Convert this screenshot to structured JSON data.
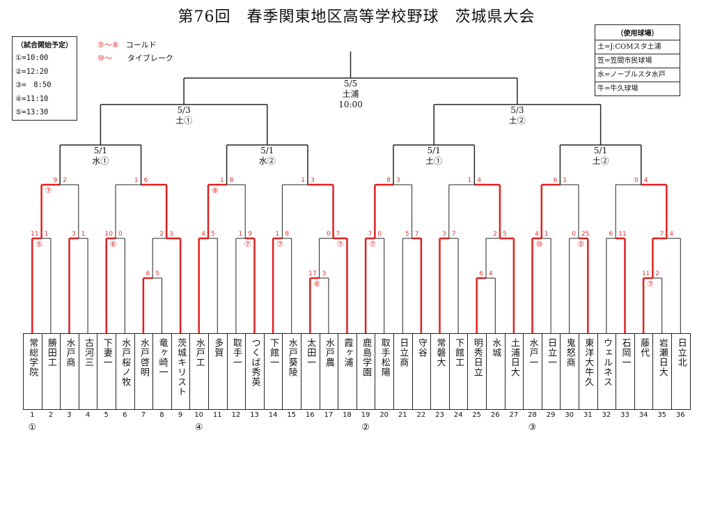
{
  "title": "第76回　春季関東地区高等学校野球　茨城県大会",
  "schedule": {
    "heading": "（試合開始予定）",
    "rows": [
      "①=10:00",
      "②=12:20",
      "③=　8:50",
      "④=11:10",
      "⑤=13:30"
    ]
  },
  "legend": {
    "cold": {
      "key": "⑤～⑧",
      "label": "コールド"
    },
    "tiebreak": {
      "key": "⑩～",
      "label": "タイブレーク"
    }
  },
  "venues": {
    "heading": "（使用球場）",
    "rows": [
      "土=J:COMスタ土浦",
      "笠=笠間市民球場",
      "水=ノーブルスタ水戸",
      "牛=牛久球場"
    ]
  },
  "colors": {
    "winner_line": "#e01f1f",
    "line": "#222222",
    "inning_mark": "#e03030"
  },
  "teams": [
    "常総学院",
    "勝田工",
    "水戸商",
    "古河三",
    "下妻一",
    "水戸桜ノ牧",
    "水戸啓明",
    "竜ヶ崎一",
    "茨城キリスト",
    "水戸工",
    "多賀",
    "取手一",
    "つくば秀英",
    "下館一",
    "水戸葵陵",
    "太田一",
    "水戸農",
    "霞ヶ浦",
    "鹿島学園",
    "取手松陽",
    "日立商",
    "守谷",
    "常磐大",
    "下館工",
    "明秀日立",
    "水城",
    "土浦日大",
    "水戸一",
    "日立一",
    "鬼怒商",
    "東洋大牛久",
    "ウェルネス",
    "石岡一",
    "藤代",
    "岩瀬日大",
    "日立北"
  ],
  "numbers": [
    "1",
    "2",
    "3",
    "4",
    "5",
    "6",
    "7",
    "8",
    "9",
    "10",
    "11",
    "12",
    "13",
    "14",
    "15",
    "16",
    "17",
    "18",
    "19",
    "20",
    "21",
    "22",
    "23",
    "24",
    "25",
    "26",
    "27",
    "28",
    "29",
    "30",
    "31",
    "32",
    "33",
    "34",
    "35",
    "36"
  ],
  "blocks": [
    {
      "index": 1,
      "label": "①"
    },
    {
      "index": 10,
      "label": "④"
    },
    {
      "index": 19,
      "label": "②"
    },
    {
      "index": 28,
      "label": "③"
    }
  ],
  "final": {
    "date": "5/5",
    "venue": "土浦",
    "time": "10:00"
  },
  "semis": [
    {
      "date": "5/3",
      "venue": "土①"
    },
    {
      "date": "5/3",
      "venue": "土②"
    }
  ],
  "quarters": [
    {
      "date": "5/1",
      "venue": "水①"
    },
    {
      "date": "5/1",
      "venue": "水②"
    },
    {
      "date": "5/1",
      "venue": "土①"
    },
    {
      "date": "5/1",
      "venue": "土②"
    }
  ],
  "pre_round": [
    {
      "left_team": 7,
      "right_team": 8,
      "left_score": "6",
      "right_score": "5",
      "winner": "left",
      "mark": ""
    },
    {
      "left_team": 16,
      "right_team": 17,
      "left_score": "17",
      "right_score": "3",
      "winner": "left",
      "mark": "⑥"
    },
    {
      "left_team": 25,
      "right_team": 26,
      "left_score": "6",
      "right_score": "4",
      "winner": "left",
      "mark": ""
    },
    {
      "left_team": 34,
      "right_team": 35,
      "left_score": "11",
      "right_score": "2",
      "winner": "left",
      "mark": "⑦"
    }
  ],
  "round1": [
    {
      "left_score": "11",
      "right_score": "1",
      "winner": "left",
      "mark": "⑤"
    },
    {
      "left_score": "3",
      "right_score": "1",
      "winner": "left",
      "mark": ""
    },
    {
      "left_score": "10",
      "right_score": "0",
      "winner": "left",
      "mark": "⑥"
    },
    {
      "left_score": "2",
      "right_score": "3",
      "winner": "right",
      "mark": ""
    },
    {
      "left_score": "4",
      "right_score": "5",
      "winner": "left",
      "mark": ""
    },
    {
      "left_score": "1",
      "right_score": "9",
      "winner": "right",
      "mark": "⑦"
    },
    {
      "left_score": "1",
      "right_score": "8",
      "winner": "left",
      "mark": "⑦"
    },
    {
      "left_score": "0",
      "right_score": "7",
      "winner": "right",
      "mark": "⑦"
    },
    {
      "left_score": "7",
      "right_score": "0",
      "winner": "left",
      "mark": "⑦"
    },
    {
      "left_score": "5",
      "right_score": "7",
      "winner": "right",
      "mark": ""
    },
    {
      "left_score": "3",
      "right_score": "7",
      "winner": "left",
      "mark": ""
    },
    {
      "left_score": "2",
      "right_score": "5",
      "winner": "right",
      "mark": ""
    },
    {
      "left_score": "4",
      "right_score": "1",
      "winner": "left",
      "mark": "⑩"
    },
    {
      "left_score": "0",
      "right_score": "25",
      "winner": "right",
      "mark": "⑤"
    },
    {
      "left_score": "6",
      "right_score": "11",
      "winner": "right",
      "mark": ""
    },
    {
      "left_score": "7",
      "right_score": "4",
      "winner": "left",
      "mark": ""
    }
  ],
  "round2": [
    {
      "left_score": "9",
      "right_score": "2",
      "winner": "left",
      "mark": "⑦"
    },
    {
      "left_score": "1",
      "right_score": "6",
      "winner": "right",
      "mark": ""
    },
    {
      "left_score": "1",
      "right_score": "8",
      "winner": "left",
      "mark": "⑧"
    },
    {
      "left_score": "1",
      "right_score": "3",
      "winner": "right",
      "mark": ""
    },
    {
      "left_score": "8",
      "right_score": "3",
      "winner": "left",
      "mark": ""
    },
    {
      "left_score": "1",
      "right_score": "4",
      "winner": "right",
      "mark": ""
    },
    {
      "left_score": "6",
      "right_score": "1",
      "winner": "left",
      "mark": ""
    },
    {
      "left_score": "0",
      "right_score": "4",
      "winner": "right",
      "mark": ""
    }
  ]
}
